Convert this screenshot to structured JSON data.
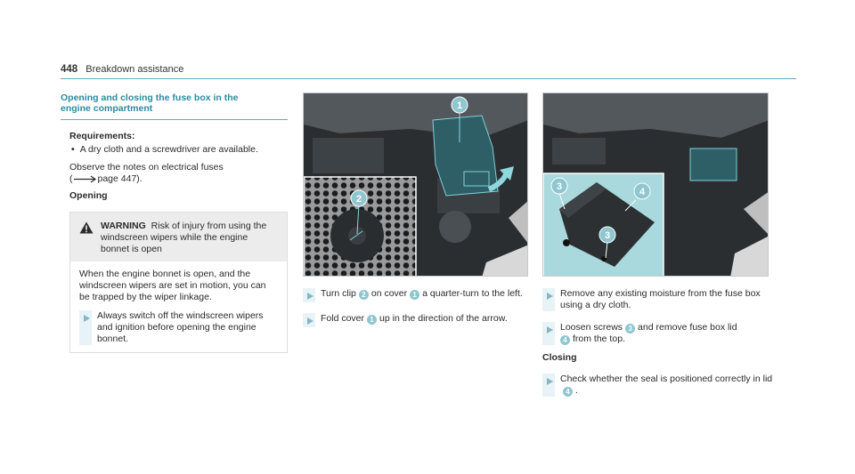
{
  "header": {
    "page_number": "448",
    "section": "Breakdown assistance"
  },
  "left": {
    "title_line1": "Opening and closing the fuse box in the",
    "title_line2": "engine compartment",
    "requirements_heading": "Requirements:",
    "requirement_item": "A dry cloth and a screwdriver are available.",
    "observe_line1": "Observe the notes on electrical fuses",
    "observe_page_ref": "page 447).",
    "opening_heading": "Opening",
    "warning": {
      "label": "WARNING",
      "text": "Risk of injury from using the windscreen wipers while the engine bonnet is open",
      "body": "When the engine bonnet is open, and the windscreen wipers are set in motion, you can be trapped by the wiper linkage.",
      "step": "Always switch off the windscreen wipers and ignition before opening the engine bonnet."
    }
  },
  "middle": {
    "step1_a": "Turn clip",
    "step1_b": "on cover",
    "step1_c": "a quarter-turn to the left.",
    "step2_a": "Fold cover",
    "step2_b": "up in the direction of the arrow."
  },
  "right": {
    "step1": "Remove any existing moisture from the fuse box using a dry cloth.",
    "step2_a": "Loosen screws",
    "step2_b": "and remove fuse box lid",
    "step2_c": "from the top.",
    "closing_heading": "Closing",
    "step3_a": "Check whether the seal is positioned correctly in lid",
    "step3_b": "."
  },
  "callouts": {
    "one": "1",
    "two": "2",
    "three": "3",
    "four": "4"
  },
  "colors": {
    "accent": "#2b8aa0",
    "callout": "#8fc6cf",
    "step_bar": "#e7f3f6",
    "warning_bg": "#ececec"
  }
}
